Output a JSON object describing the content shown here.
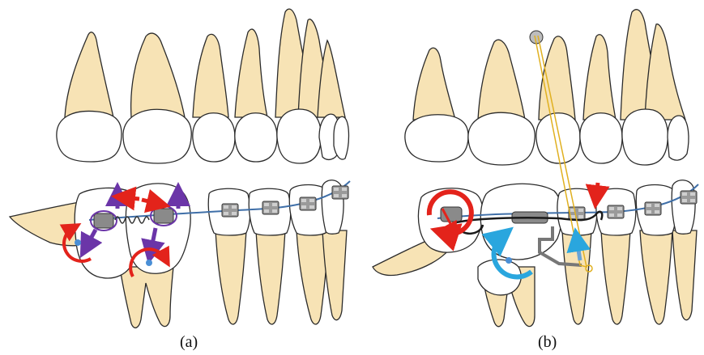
{
  "figure": {
    "panels": [
      {
        "id": "a",
        "caption": "(a)"
      },
      {
        "id": "b",
        "caption": "(b)"
      }
    ]
  },
  "colors": {
    "crown": "#ffffff",
    "root": "#f7e3b5",
    "outline": "#2b2b2b",
    "archwire": "#3f6fa8",
    "bracket": "#8f8f8f",
    "rotation_red": "#e3231b",
    "rotation_blue": "#2aa6de",
    "force_purple": "#6b35a8",
    "spring_black": "#1a1a1a",
    "elastic_yellow": "#e0b020",
    "center_dot": "#4a8fd6"
  }
}
